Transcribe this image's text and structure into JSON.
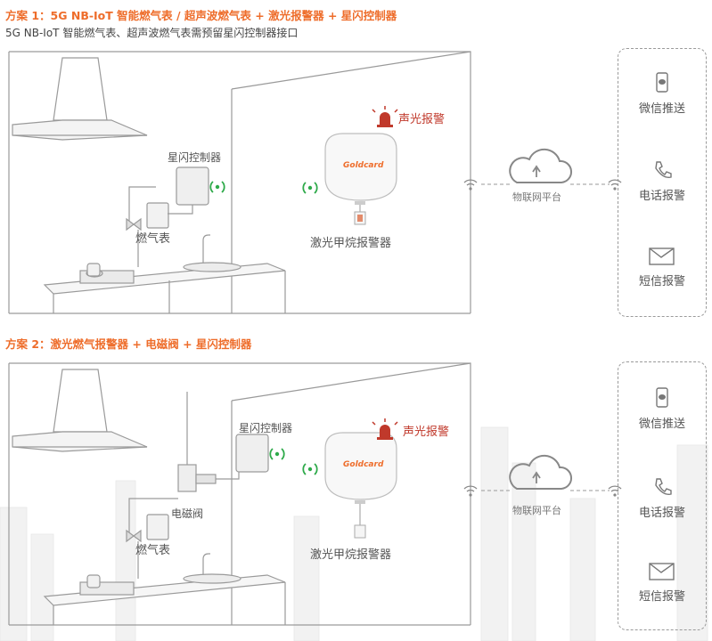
{
  "scheme1": {
    "title": "方案 1：5G NB-IoT 智能燃气表 / 超声波燃气表 + 激光报警器 + 星闪控制器",
    "subtitle": "5G NB-IoT 智能燃气表、超声波燃气表需预留星闪控制器接口",
    "controller_label": "星闪控制器",
    "meter_label": "燃气表",
    "alarm_label": "声光报警",
    "detector_label": "激光甲烷报警器",
    "detector_brand": "Goldcard",
    "platform_label": "物联网平台",
    "channels": [
      "微信推送",
      "电话报警",
      "短信报警"
    ]
  },
  "scheme2": {
    "title": "方案 2：激光燃气报警器 + 电磁阀 + 星闪控制器",
    "controller_label": "星闪控制器",
    "valve_label": "电磁阀",
    "meter_label": "燃气表",
    "alarm_label": "声光报警",
    "detector_label": "激光甲烷报警器",
    "detector_brand": "Goldcard",
    "platform_label": "物联网平台",
    "channels": [
      "微信推送",
      "电话报警",
      "短信报警"
    ]
  },
  "colors": {
    "accent": "#ee6d2b",
    "alarm": "#c0392b",
    "wireless": "#2eaa4a",
    "line": "#8a8a8a"
  },
  "icons": [
    "siren-icon",
    "wireless-signal-icon",
    "cloud-icon",
    "wechat-icon",
    "phone-icon",
    "mail-icon"
  ]
}
